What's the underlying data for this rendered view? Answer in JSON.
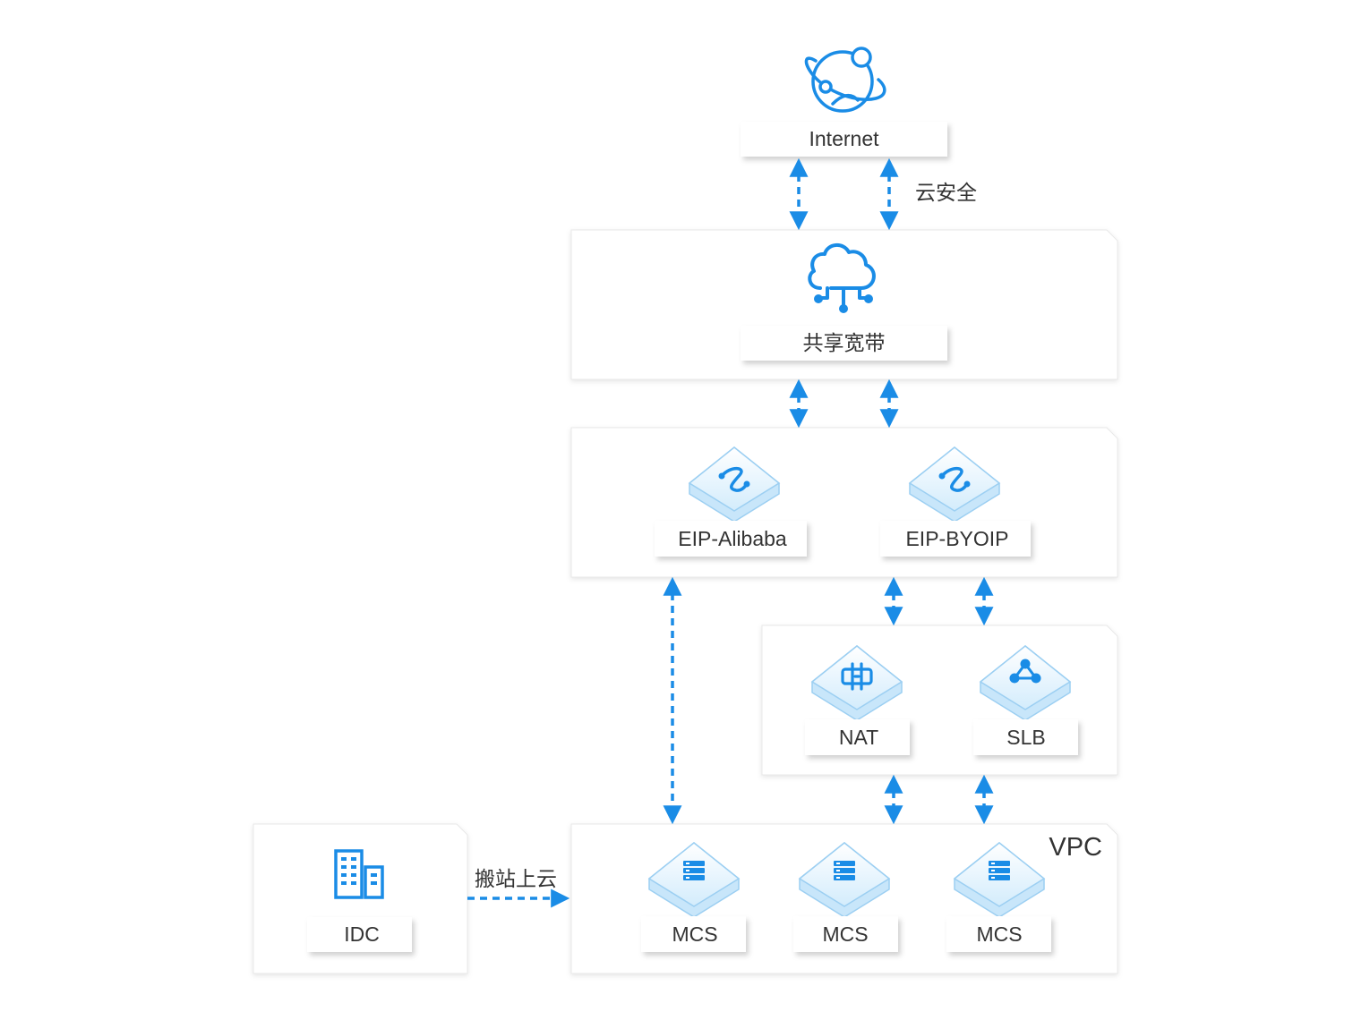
{
  "internet": {
    "label": "Internet"
  },
  "security": {
    "label": "云安全"
  },
  "shared_bandwidth": {
    "label": "共享宽带"
  },
  "eip_alibaba": {
    "label": "EIP-Alibaba"
  },
  "eip_byoip": {
    "label": "EIP-BYOIP"
  },
  "nat": {
    "label": "NAT"
  },
  "slb": {
    "label": "SLB"
  },
  "vpc": {
    "label": "VPC",
    "instances": [
      {
        "label": "MCS"
      },
      {
        "label": "MCS"
      },
      {
        "label": "MCS"
      }
    ]
  },
  "idc": {
    "label": "IDC"
  },
  "migration": {
    "label": "搬站上云"
  },
  "colors": {
    "accent": "#1a8ce6",
    "text": "#333333",
    "panel_border": "#e6e6e6"
  }
}
